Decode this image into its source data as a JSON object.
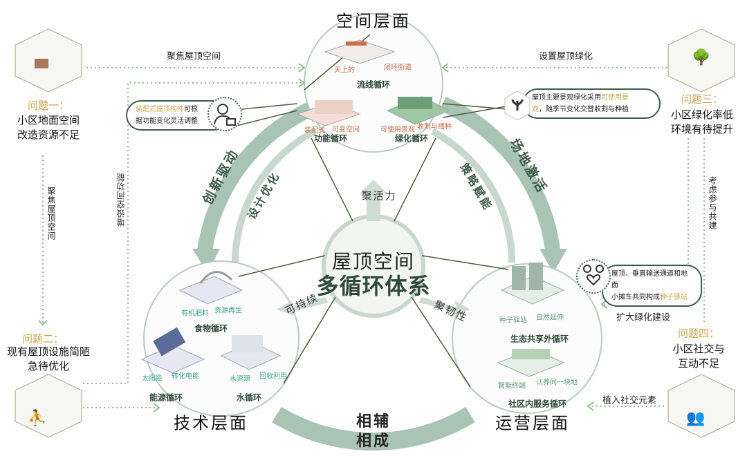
{
  "titles": {
    "space": "空间层面",
    "tech": "技术层面",
    "ops": "运营层面",
    "center_line1": "屋顶空间",
    "center_line2": "多循环体系"
  },
  "ring_labels": {
    "innovation": "创新驱动",
    "design": "设计优化",
    "site": "场地激活",
    "strategy": "策略赋能",
    "complement_1": "相辅",
    "complement_2": "相成"
  },
  "arrow_labels": {
    "vitality": "聚活力",
    "sustainable": "可持续",
    "resilience": "聚韧性"
  },
  "problems": [
    {
      "label": "问题一：",
      "lines": [
        "小区地面空间",
        "改造资源不足"
      ]
    },
    {
      "label": "问题二：",
      "lines": [
        "现有屋顶设施简陋",
        "急待优化"
      ]
    },
    {
      "label": "问题三：",
      "lines": [
        "小区绿化率低",
        "环境有待提升"
      ]
    },
    {
      "label": "问题四：",
      "lines": [
        "小区社交与",
        "互动不足"
      ]
    }
  ],
  "connectors": {
    "focus_roof_top": "聚焦屋顶空间",
    "focus_roof_vertical": "聚焦屋顶空间",
    "add_function": "增设空间功能",
    "set_greening": "设置屋顶绿化",
    "participate": "考虑参与共建",
    "expand_greening": "扩大绿化建设",
    "social_elements": "植入社交元素"
  },
  "callouts": {
    "prefab": {
      "hl": "装配式屋顶构件",
      "rest1": "可根",
      "line2": "据功能变化灵活调整"
    },
    "landscape": {
      "line1": "屋顶主要景观绿化采用",
      "hl1": "可使用景",
      "hl2": "观",
      "line2": "，随季节变化交替收割与种植"
    },
    "seed": {
      "line1": "屋顶、垂直输送通道和地面",
      "line2": "小摊车共同构成",
      "hl": "种子驿站"
    }
  },
  "cycles": {
    "circulation": {
      "name": "流线循环",
      "tags": [
        "天上的",
        "闭环街道"
      ]
    },
    "function": {
      "name": "功能循环",
      "tags": [
        "装配式",
        "可变空间"
      ]
    },
    "greening": {
      "name": "绿化循环",
      "tags": [
        "可使用景观",
        "收割与播种"
      ]
    },
    "food": {
      "name": "食物循环",
      "tags": [
        "有机肥料",
        "资源再生"
      ]
    },
    "energy": {
      "name": "能源循环",
      "tags": [
        "太阳能",
        "转化电能"
      ]
    },
    "water": {
      "name": "水循环",
      "tags": [
        "水资源",
        "回收利用"
      ]
    },
    "eco": {
      "name": "生态共享外循环",
      "tags": [
        "种子驿站",
        "自然延伸"
      ]
    },
    "service": {
      "name": "社区内服务循环",
      "tags": [
        "智能终端",
        "认养同一块地"
      ]
    }
  },
  "colors": {
    "ring": "#a9c4b4",
    "dark_green": "#2f4a3a",
    "gold": "#c9a24a",
    "dotted": "#8fbf8f"
  }
}
